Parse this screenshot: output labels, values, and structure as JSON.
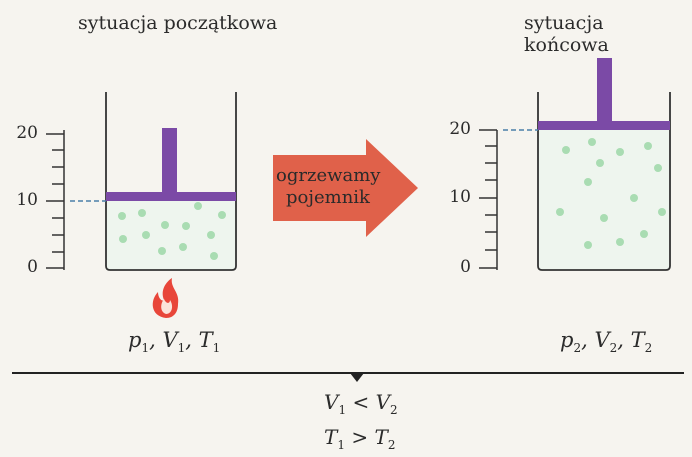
{
  "titles": {
    "initial": "sytuacja początkowa",
    "final": "sytuacja końcowa"
  },
  "scale": {
    "ticks": [
      "20",
      "10",
      "0"
    ]
  },
  "arrow": {
    "line1": "ogrzewamy",
    "line2": "pojemnik"
  },
  "initial_state": {
    "p": "p",
    "p_sub": "1",
    "V": "V",
    "V_sub": "1",
    "T": "T",
    "T_sub": "1"
  },
  "final_state": {
    "p": "p",
    "p_sub": "2",
    "V": "V",
    "V_sub": "2",
    "T": "T",
    "T_sub": "2"
  },
  "relations": {
    "volume": {
      "left": "V",
      "left_sub": "1",
      "op": " < ",
      "right": "V",
      "right_sub": "2"
    },
    "temperature": {
      "left": "T",
      "left_sub": "1",
      "op": " > ",
      "right": "T",
      "right_sub": "2"
    }
  },
  "icons": [
    "flame-icon",
    "arrow-right-icon"
  ],
  "colors": {
    "piston": "#7b4aa6",
    "gas_particles": "#a9dcb2",
    "gas_fill": "#eef5ee",
    "arrow": "#e0614a",
    "flame": "#e8463a",
    "dashed_line": "#4a7fa8"
  }
}
